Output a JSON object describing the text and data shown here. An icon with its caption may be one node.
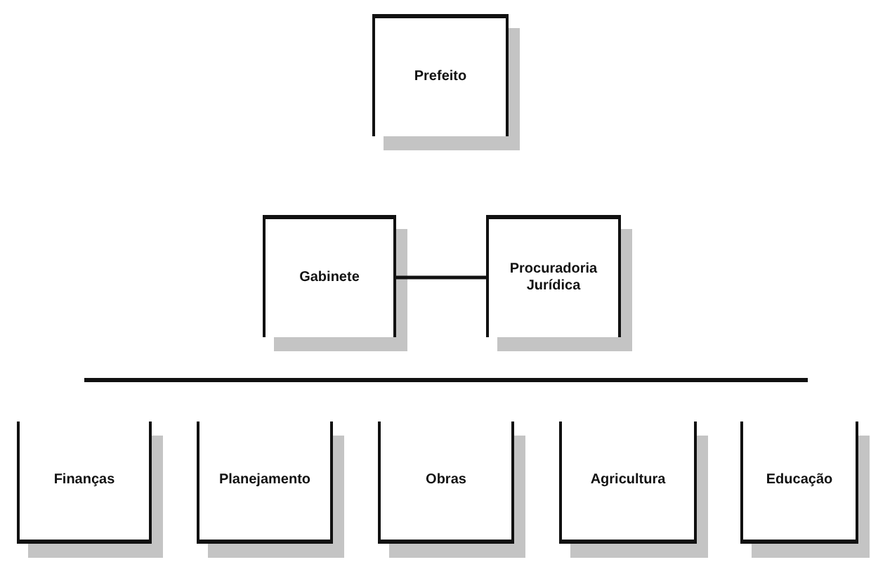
{
  "diagram": {
    "nodes": [
      {
        "text": [
          "Prefeito"
        ]
      },
      {
        "text": [
          "Gabinete"
        ]
      },
      {
        "text": [
          "Procuradoria Jurídica"
        ]
      },
      {
        "text": [
          "Finanças"
        ]
      },
      {
        "text": [
          "Planejamento"
        ]
      },
      {
        "text": [
          "Obras"
        ]
      },
      {
        "text": [
          "Agricultura"
        ]
      },
      {
        "text": [
          "Educação"
        ]
      }
    ],
    "edges": [
      {
        "from": 1,
        "to": 2,
        "arrow": "none"
      }
    ]
  }
}
